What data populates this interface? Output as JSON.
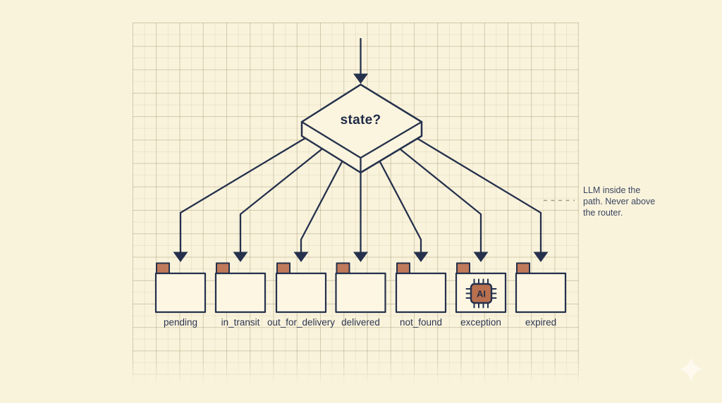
{
  "canvas": {
    "background_color": "#FAF3DC",
    "ink_color": "#25314C",
    "accent_terracotta": "#C0795A",
    "grid_line_color": "#DCD6BE"
  },
  "diagram": {
    "router": {
      "label": "state?"
    },
    "branches": [
      {
        "label": "pending"
      },
      {
        "label": "in_transit"
      },
      {
        "label": "out_for_delivery"
      },
      {
        "label": "delivered"
      },
      {
        "label": "not_found"
      },
      {
        "label": "exception",
        "chip_label": "AI"
      },
      {
        "label": "expired"
      }
    ],
    "annotation": {
      "lines": [
        "LLM inside the",
        "path. Never above",
        "the router."
      ]
    }
  }
}
